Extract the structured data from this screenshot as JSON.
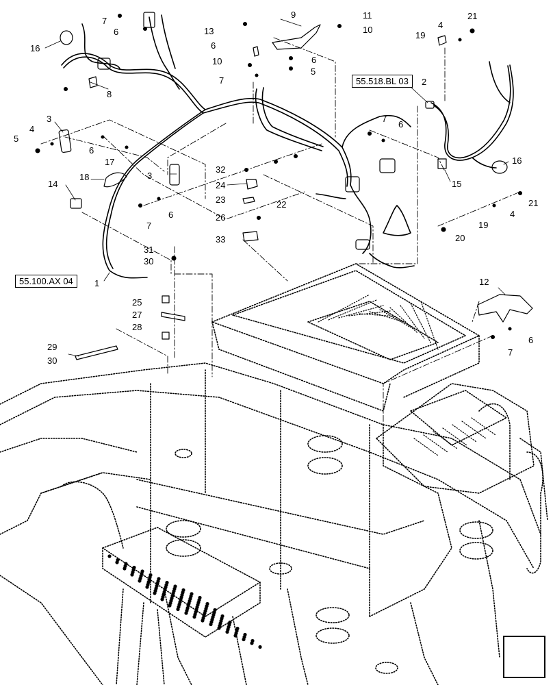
{
  "references": {
    "r1": "55.100.AX 04",
    "r2": "55.518.BL 03"
  },
  "callouts": [
    {
      "id": "c16a",
      "text": "16"
    },
    {
      "id": "c7a",
      "text": "7"
    },
    {
      "id": "c6a",
      "text": "6"
    },
    {
      "id": "c8",
      "text": "8"
    },
    {
      "id": "c3a",
      "text": "3"
    },
    {
      "id": "c4a",
      "text": "4"
    },
    {
      "id": "c5a",
      "text": "5"
    },
    {
      "id": "c6b",
      "text": "6"
    },
    {
      "id": "c17",
      "text": "17"
    },
    {
      "id": "c14",
      "text": "14"
    },
    {
      "id": "c18",
      "text": "18"
    },
    {
      "id": "c3b",
      "text": "3"
    },
    {
      "id": "c7b",
      "text": "7"
    },
    {
      "id": "c6c",
      "text": "6"
    },
    {
      "id": "c13",
      "text": "13"
    },
    {
      "id": "c6d",
      "text": "6"
    },
    {
      "id": "c10a",
      "text": "10"
    },
    {
      "id": "c7c",
      "text": "7"
    },
    {
      "id": "c9",
      "text": "9"
    },
    {
      "id": "c11",
      "text": "11"
    },
    {
      "id": "c10b",
      "text": "10"
    },
    {
      "id": "c6e",
      "text": "6"
    },
    {
      "id": "c5b",
      "text": "5"
    },
    {
      "id": "c21a",
      "text": "21"
    },
    {
      "id": "c4b",
      "text": "4"
    },
    {
      "id": "c19a",
      "text": "19"
    },
    {
      "id": "c2",
      "text": "2"
    },
    {
      "id": "c7d",
      "text": "7"
    },
    {
      "id": "c6f",
      "text": "6"
    },
    {
      "id": "c16b",
      "text": "16"
    },
    {
      "id": "c15",
      "text": "15"
    },
    {
      "id": "c21b",
      "text": "21"
    },
    {
      "id": "c4c",
      "text": "4"
    },
    {
      "id": "c19b",
      "text": "19"
    },
    {
      "id": "c20",
      "text": "20"
    },
    {
      "id": "c32",
      "text": "32"
    },
    {
      "id": "c24",
      "text": "24"
    },
    {
      "id": "c23",
      "text": "23"
    },
    {
      "id": "c22",
      "text": "22"
    },
    {
      "id": "c26",
      "text": "26"
    },
    {
      "id": "c33",
      "text": "33"
    },
    {
      "id": "c31",
      "text": "31"
    },
    {
      "id": "c30a",
      "text": "30"
    },
    {
      "id": "c1",
      "text": "1"
    },
    {
      "id": "c25",
      "text": "25"
    },
    {
      "id": "c27",
      "text": "27"
    },
    {
      "id": "c28",
      "text": "28"
    },
    {
      "id": "c29",
      "text": "29"
    },
    {
      "id": "c30b",
      "text": "30"
    },
    {
      "id": "c12",
      "text": "12"
    },
    {
      "id": "c6g",
      "text": "6"
    },
    {
      "id": "c7e",
      "text": "7"
    }
  ],
  "nav_icon": "next-page-arrow-icon"
}
